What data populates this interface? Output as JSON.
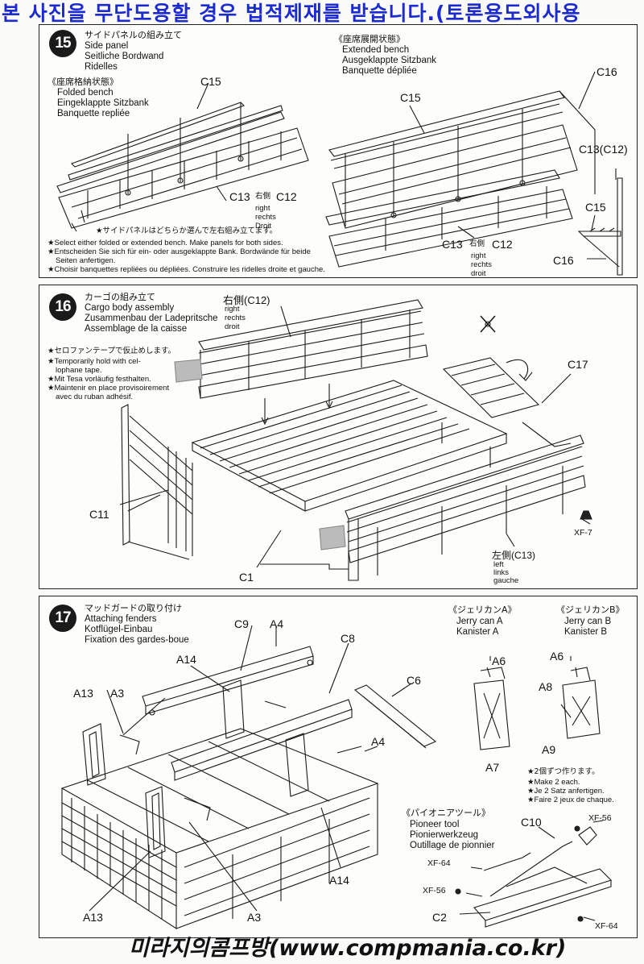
{
  "banner": "본 사진을 무단도용할 경우 법적제재를 받습니다.(토론용도외사용",
  "footer": "미라지의콤프방(www.compmania.co.kr)",
  "step15": {
    "number": "15",
    "title_jp": "サイドパネルの組み立て",
    "title_en": "Side panel",
    "title_de": "Seitliche Bordwand",
    "title_fr": "Ridelles",
    "folded": {
      "jp": "《座席格納状態》",
      "en": "Folded bench",
      "de": "Eingeklappte Sitzbank",
      "fr": "Banquette repliée"
    },
    "extended": {
      "jp": "《座席展開状態》",
      "en": "Extended bench",
      "de": "Ausgeklappte Sitzbank",
      "fr": "Banquette dépliée"
    },
    "labels": {
      "c15_left": "C15",
      "c13_left": "C13",
      "c12_left": "C12",
      "right_jp": "右側",
      "right_en": "right",
      "right_de": "rechts",
      "right_fr": "Droit",
      "c15_right": "C15",
      "c16_top": "C16",
      "c13c12": "C13(C12)",
      "c15_detail": "C15",
      "c16_bottom": "C16",
      "c13_right": "C13",
      "c12_right": "C12",
      "right_jp2": "右側",
      "right_en2": "right",
      "right_de2": "rechts",
      "right_fr2": "droit"
    },
    "notes": {
      "jp": "★サイドパネルはどちらか選んで左右組み立てます。",
      "en": "★Select either folded or extended bench. Make panels for both sides.",
      "de1": "★Entscheiden Sie sich für ein- oder ausgeklappte Bank. Bordwände für beide",
      "de2": "Seiten anfertigen.",
      "fr": "★Choisir banquettes repliées ou dépliées. Construire les ridelles droite et gauche."
    }
  },
  "step16": {
    "number": "16",
    "title_jp": "カーゴの組み立て",
    "title_en": "Cargo body assembly",
    "title_de": "Zusammenbau der Ladepritsche",
    "title_fr": "Assemblage de la caisse",
    "tape": {
      "jp": "★セロファンテープで仮止めします。",
      "en1": "★Temporarily hold with cel-",
      "en2": "lophane tape.",
      "de": "★Mit Tesa vorläufig festhalten.",
      "fr1": "★Maintenir en place provisoirement",
      "fr2": "avec du ruban adhésif."
    },
    "labels": {
      "right_jp": "右側(C12)",
      "right_en": "right",
      "right_de": "rechts",
      "right_fr": "droit",
      "c17": "C17",
      "c11": "C11",
      "c1": "C1",
      "xf7": "XF-7",
      "left_jp": "左側(C13)",
      "left_en": "left",
      "left_de": "links",
      "left_fr": "gauche"
    }
  },
  "step17": {
    "number": "17",
    "title_jp": "マッドガードの取り付け",
    "title_en": "Attaching fenders",
    "title_de": "Kotflügel-Einbau",
    "title_fr": "Fixation des gardes-boue",
    "jerry_a": {
      "jp": "《ジェリカンA》",
      "en": "Jerry can A",
      "de": "Kanister A"
    },
    "jerry_b": {
      "jp": "《ジェリカンB》",
      "en": "Jerry can B",
      "de": "Kanister B"
    },
    "make2": {
      "jp": "★2個ずつ作ります。",
      "en": "★Make 2 each.",
      "de": "★Je 2 Satz anfertigen.",
      "fr": "★Faire 2 jeux de chaque."
    },
    "pioneer": {
      "jp": "《パイオニアツール》",
      "en": "Pioneer tool",
      "de": "Pionierwerkzeug",
      "fr": "Outillage de pionnier"
    },
    "labels": {
      "c9": "C9",
      "a4_top": "A4",
      "c8": "C8",
      "a14_top": "A14",
      "a13_left": "A13",
      "a3_left": "A3",
      "c6": "C6",
      "a4_mid": "A4",
      "a14_bottom": "A14",
      "a13_bottom": "A13",
      "a3_bottom": "A3",
      "a6_a": "A6",
      "a7": "A7",
      "a6_b": "A6",
      "a8": "A8",
      "a9": "A9",
      "c10": "C10",
      "xf56_top": "XF-56",
      "xf64_left": "XF-64",
      "xf56_left": "XF-56",
      "c2": "C2",
      "xf64_bottom": "XF-64"
    }
  }
}
